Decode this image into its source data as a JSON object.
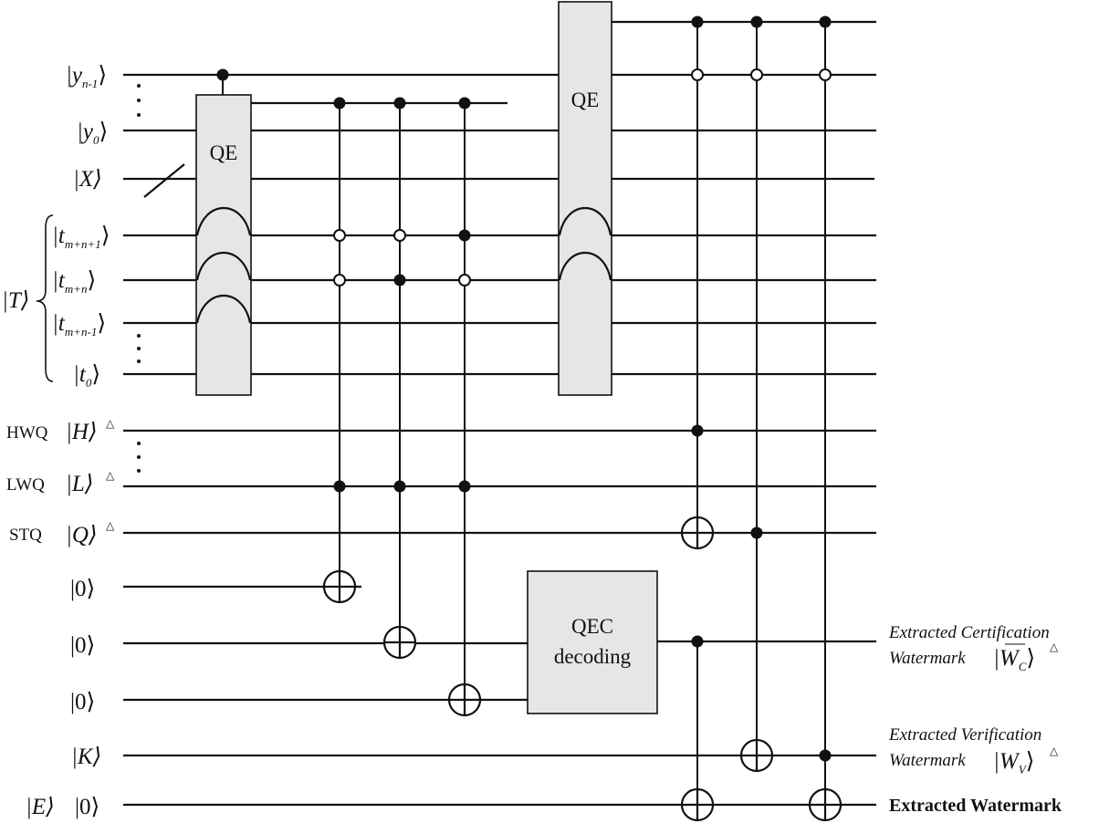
{
  "labels": {
    "y_n1": {
      "main": "|y",
      "sub": "n-1",
      "close": "⟩"
    },
    "y_0": {
      "main": "|y",
      "sub": "0",
      "close": "⟩"
    },
    "x": "|X⟩",
    "t_mn1": {
      "main": "|t",
      "sub": "m+n+1",
      "close": "⟩"
    },
    "t_mn": {
      "main": "|t",
      "sub": "m+n",
      "close": "⟩"
    },
    "t_mn_1": {
      "main": "|t",
      "sub": "m+n-1",
      "close": "⟩"
    },
    "t_0": {
      "main": "|t",
      "sub": "0",
      "close": "⟩"
    },
    "t_group": "|T⟩",
    "h": {
      "side": "HWQ",
      "main": "|H⟩",
      "mark": "△"
    },
    "l": {
      "side": "LWQ",
      "main": "|L⟩",
      "mark": "△"
    },
    "q": {
      "side": "STQ",
      "main": "|Q⟩",
      "mark": "△"
    },
    "zero": "|0⟩",
    "k": "|K⟩",
    "e": "|E⟩"
  },
  "boxes": {
    "qe1": "QE",
    "qe2": "QE",
    "qec_line1": "QEC",
    "qec_line2": "decoding"
  },
  "outputs": {
    "cert_line1": "Extracted Certification",
    "cert_line2": "Watermark",
    "cert_ket": {
      "main": "|W",
      "sub": "C",
      "close": "⟩",
      "mark": "△"
    },
    "verif_line1": "Extracted Verification",
    "verif_line2": "Watermark",
    "verif_ket": {
      "main": "|W",
      "sub": "V",
      "close": "⟩",
      "mark": "△"
    },
    "final": "Extracted Watermark"
  }
}
